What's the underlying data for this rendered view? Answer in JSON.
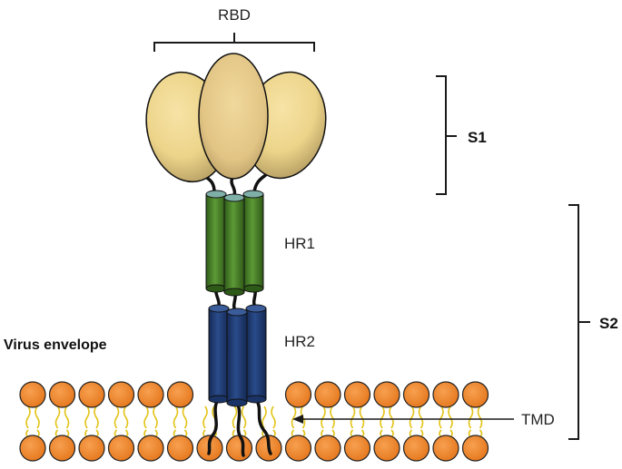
{
  "labels": {
    "rbd": "RBD",
    "s1": "S1",
    "s2": "S2",
    "hr1": "HR1",
    "hr2": "HR2",
    "tmd": "TMD",
    "virus_envelope": "Virus envelope"
  },
  "colors": {
    "rbd_fill": "#ecd48a",
    "hr1_fill": "#4e8a2c",
    "hr2_fill": "#213f78",
    "lipid_head": "#f08020",
    "lipid_tail": "#e3c41b",
    "stroke": "#1a1a1a"
  }
}
